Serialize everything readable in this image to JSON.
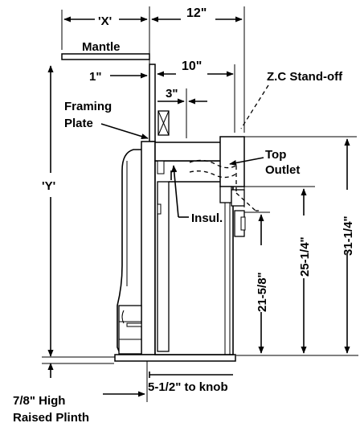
{
  "labels": {
    "x": "'X'",
    "twelve": "12\"",
    "mantle": "Mantle",
    "one_inch": "1\"",
    "ten": "10\"",
    "three": "3\"",
    "zc_standoff": "Z.C Stand-off",
    "framing_line1": "Framing",
    "framing_line2": "Plate",
    "top_line1": "Top",
    "top_line2": "Outlet",
    "y": "'Y'",
    "insul": "Insul.",
    "d31": "31-1/4\"",
    "d25": "25-1/4\"",
    "d21": "21-5/8\"",
    "knob": "5-1/2\" to knob",
    "plinth_line1": "7/8\" High",
    "plinth_line2": "Raised Plinth"
  }
}
